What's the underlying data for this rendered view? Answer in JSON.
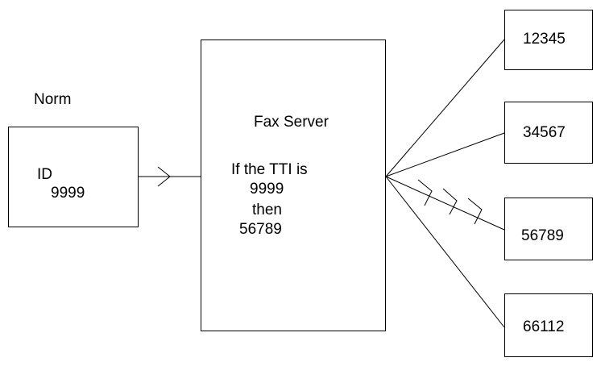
{
  "sender": {
    "label": "Norm",
    "id_label": "ID",
    "id_value": "9999"
  },
  "server": {
    "title": "Fax Server",
    "rule_line1": "If the TTI is",
    "rule_line2": "9999",
    "rule_line3": "then",
    "rule_line4": "56789"
  },
  "destinations": [
    {
      "number": "12345"
    },
    {
      "number": "34567"
    },
    {
      "number": "56789"
    },
    {
      "number": "66112"
    }
  ],
  "routed_destination": "56789",
  "colors": {
    "stroke": "#000000",
    "background": "#ffffff"
  }
}
